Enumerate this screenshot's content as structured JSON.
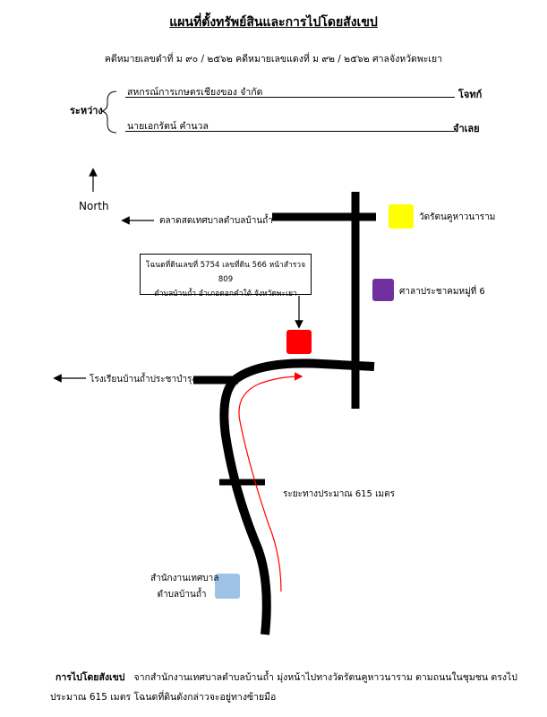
{
  "title": "แผนที่ตั้งทรัพย์สินและการไปโดยสังเขป",
  "case_line": "คดีหมายเลขดำที่  ม ๙๐ / ๒๕๖๒ คดีหมายเลขแดงที่  ม ๙๒ / ๒๕๖๒   ศาลจังหวัดพะเยา",
  "parties": {
    "between_label": "ระหว่าง",
    "plaintiff_name": "สหกรณ์การเกษตรเชียงของ จำกัด",
    "plaintiff_role": "โจทก์",
    "defendant_name": "นายเอกรัตน์  คำนวล",
    "defendant_role": "จำเลย"
  },
  "map": {
    "north_label": "North",
    "labels": {
      "market": "ตลาดสดเทศบาลตำบลบ้านถ้ำ",
      "temple": "วัดรัตนคูหาวนาราม",
      "hall": "ศาลาประชาคมหมู่ที่ 6",
      "school": "โรงเรียนบ้านถ้ำประชาบำรุง",
      "distance": "ระยะทางประมาณ 615 เมตร",
      "office_line1": "สำนักงานเทศบาล",
      "office_line2": "ตำบลบ้านถ้ำ"
    },
    "plot_box": {
      "line1": "โฉนดที่ดินเลขที่ 5754 เลขที่ดิน 566 หน้าสำรวจ 809",
      "line2": "ตำบลบ้านถ้ำ  อำเภอดอกคำใต้  จังหวัดพะเยา"
    },
    "colors": {
      "temple_marker": "#ffff00",
      "hall_marker": "#7030a0",
      "plot_marker": "#ff0000",
      "office_marker": "#9dc3e6",
      "route_line": "#ff0000",
      "road": "#000000"
    }
  },
  "footer": {
    "heading": "การไปโดยสังเขป",
    "text_line1": "จากสำนักงานเทศบาลตำบลบ้านถ้ำ มุ่งหน้าไปทางวัดรัตนคูหาวนาราม ตามถนนในชุมชน ตรงไป",
    "text_line2": "ประมาณ 615 เมตร โฉนดที่ดินดังกล่าวจะอยู่ทางซ้ายมือ"
  }
}
